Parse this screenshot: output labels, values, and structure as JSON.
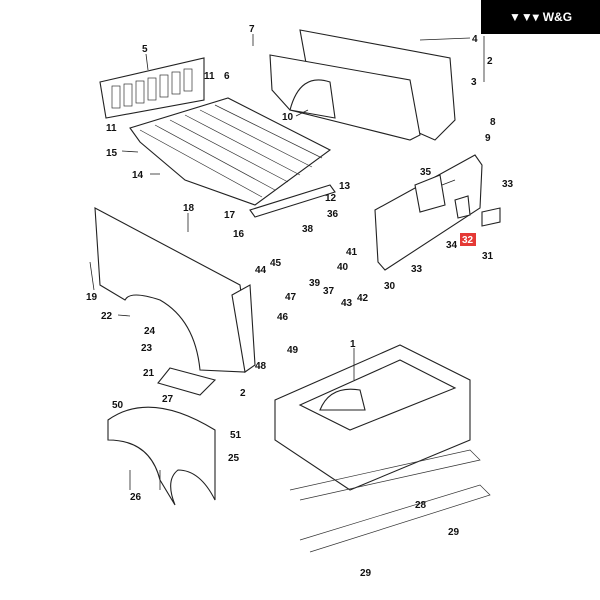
{
  "logo": {
    "text": "W&G",
    "icon": "triple-chevron-logo-icon"
  },
  "highlight_color": "#e53935",
  "highlighted_callout": "32",
  "callouts": [
    "7",
    "5",
    "11",
    "6",
    "4",
    "2",
    "3",
    "10",
    "8",
    "9",
    "11",
    "15",
    "14",
    "13",
    "12",
    "35",
    "33",
    "18",
    "17",
    "16",
    "36",
    "38",
    "41",
    "40",
    "39",
    "37",
    "34",
    "32",
    "31",
    "33",
    "30",
    "43",
    "42",
    "44",
    "45",
    "19",
    "22",
    "47",
    "24",
    "46",
    "23",
    "49",
    "48",
    "2",
    "21",
    "1",
    "50",
    "27",
    "51",
    "25",
    "28",
    "26",
    "29",
    "29"
  ]
}
